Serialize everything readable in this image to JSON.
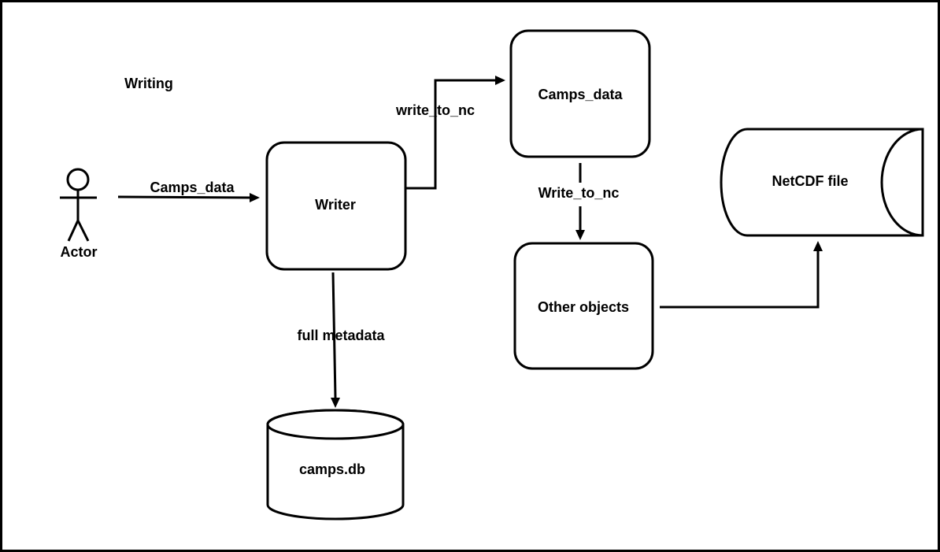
{
  "diagram": {
    "title": "Writing",
    "actor": {
      "label": "Actor"
    },
    "nodes": {
      "writer": "Writer",
      "camps_data": "Camps_data",
      "other_objects": "Other objects",
      "netcdf_file": "NetCDF file",
      "camps_db": "camps.db"
    },
    "edges": {
      "actor_to_writer": "Camps_data",
      "writer_to_camps_data": "write_to_nc",
      "camps_data_to_other_objects": "Write_to_nc",
      "writer_to_camps_db": "full metadata"
    }
  }
}
